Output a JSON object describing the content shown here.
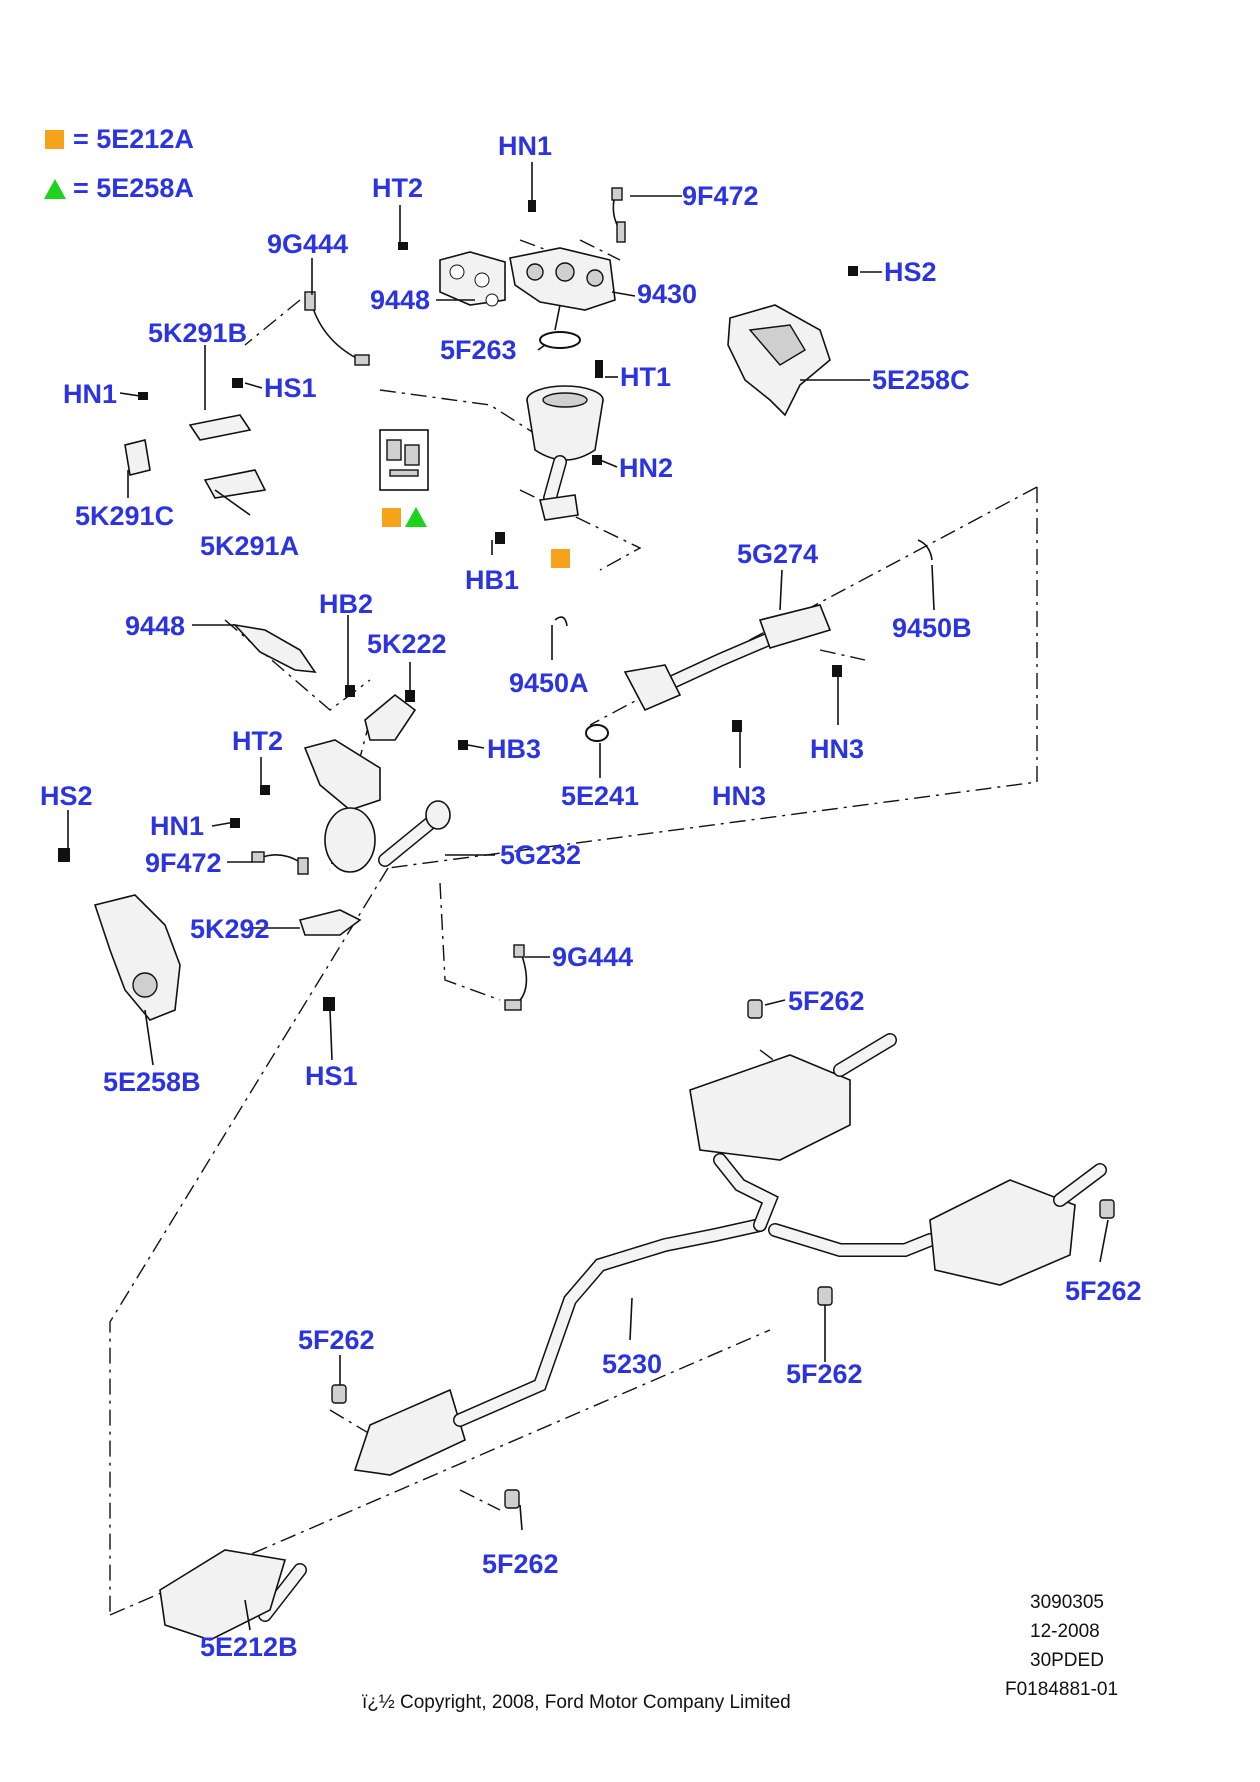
{
  "legend": [
    {
      "symbol": "orange-square",
      "color": "#f7a21b",
      "text": "= 5E212A"
    },
    {
      "symbol": "green-triangle",
      "color": "#1ed31e",
      "text": "= 5E258A"
    }
  ],
  "labels": {
    "hn1_top": "HN1",
    "ht2_top": "HT2",
    "f9f472_top": "9F472",
    "g9444_top": "9G444",
    "p9448_top": "9448",
    "p9430": "9430",
    "hs2_top": "HS2",
    "p5f263": "5F263",
    "ht1": "HT1",
    "p5e258c": "5E258C",
    "p5k291b": "5K291B",
    "hn1_left": "HN1",
    "hs1_top": "HS1",
    "hn2": "HN2",
    "p5k291c": "5K291C",
    "p5k291a": "5K291A",
    "hb1": "HB1",
    "p5g274": "5G274",
    "p9450b": "9450B",
    "p9448_mid": "9448",
    "hb2": "HB2",
    "p5k222": "5K222",
    "p9450a": "9450A",
    "hb3": "HB3",
    "hn3_right": "HN3",
    "ht2_mid": "HT2",
    "hs2_left": "HS2",
    "p5e241": "5E241",
    "hn3_mid": "HN3",
    "hn1_mid": "HN1",
    "p5g232": "5G232",
    "f9f472_mid": "9F472",
    "p5k292": "5K292",
    "g9444_mid": "9G444",
    "p5e258b": "5E258B",
    "hs1_bottom": "HS1",
    "p5f262_a": "5F262",
    "p5f262_b": "5F262",
    "p5f262_c": "5F262",
    "p5f262_d": "5F262",
    "p5230": "5230",
    "p5f262_e": "5F262",
    "p5e212b": "5E212B"
  },
  "footer": {
    "code1": "3090305",
    "date": "12-2008",
    "code2": "30PDED",
    "code3": "F0184881-01",
    "copyright": "ï¿½ Copyright, 2008, Ford Motor Company Limited"
  }
}
